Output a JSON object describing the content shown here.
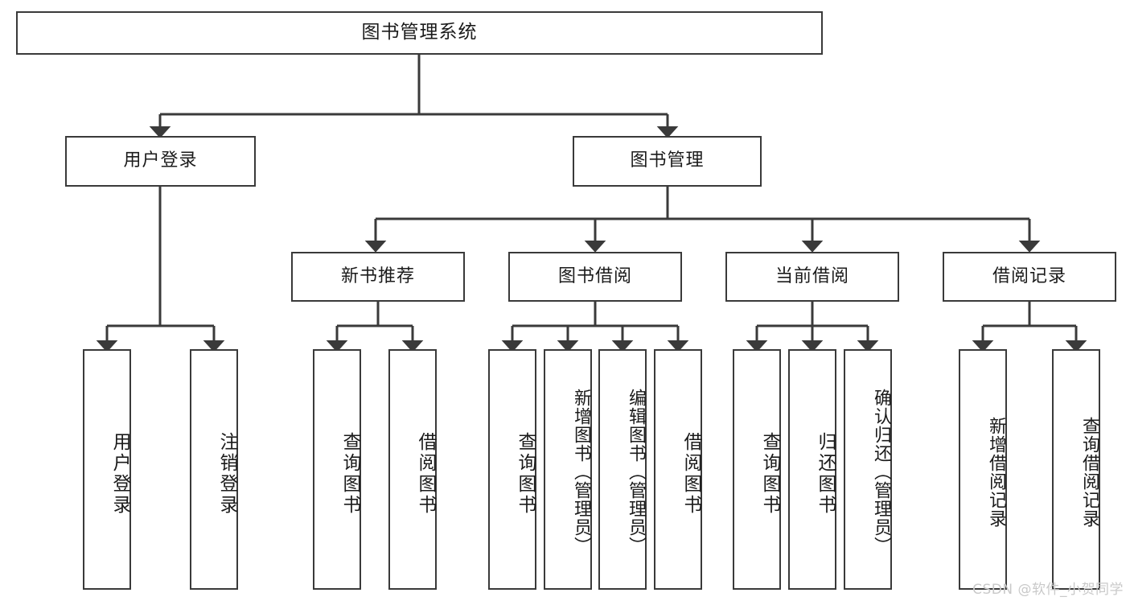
{
  "diagram": {
    "title": "图书管理系统",
    "type": "tree-hierarchy-chart",
    "watermark": "CSDN @软件_小贺同学",
    "colors": {
      "box_border": "#3a3a3a",
      "box_fill": "#ffffff",
      "line": "#3a3a3a",
      "text": "#1b1b1b",
      "watermark": "#c9c9c9",
      "background": "#ffffff"
    },
    "root": {
      "label": "图书管理系统"
    },
    "level2": [
      {
        "label": "用户登录"
      },
      {
        "label": "图书管理"
      }
    ],
    "level3": [
      {
        "label": "新书推荐"
      },
      {
        "label": "图书借阅"
      },
      {
        "label": "当前借阅"
      },
      {
        "label": "借阅记录"
      }
    ],
    "leaves": {
      "user_login": [
        {
          "label": "用户登录"
        },
        {
          "label": "注销登录"
        }
      ],
      "new_book_recommend": [
        {
          "label": "查询图书"
        },
        {
          "label": "借阅图书"
        }
      ],
      "book_borrow": [
        {
          "label": "查询图书"
        },
        {
          "label": "新增图书（管理员）"
        },
        {
          "label": "编辑图书（管理员）"
        },
        {
          "label": "借阅图书"
        }
      ],
      "current_borrow": [
        {
          "label": "查询图书"
        },
        {
          "label": "归还图书"
        },
        {
          "label": "确认归还（管理员）"
        }
      ],
      "borrow_record": [
        {
          "label": "新增借阅记录"
        },
        {
          "label": "查询借阅记录"
        }
      ]
    }
  }
}
